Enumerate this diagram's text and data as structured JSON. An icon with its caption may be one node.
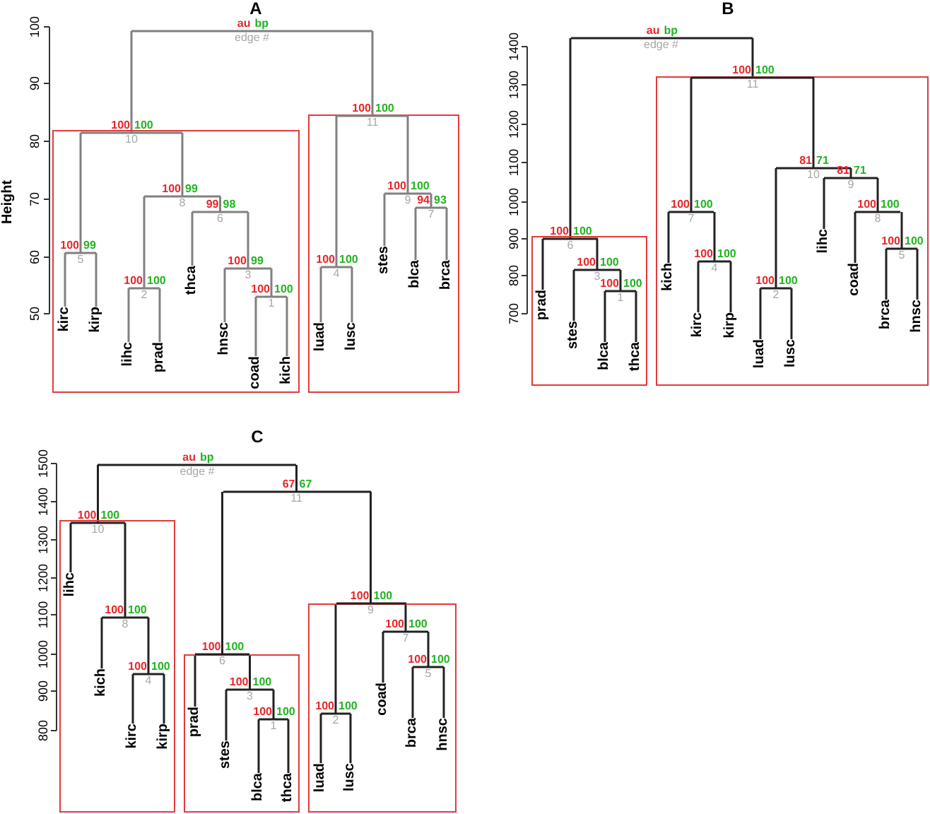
{
  "diagram": {
    "nodes": [
      {
        "text": [
          "au",
          "bp",
          "edge #"
        ]
      },
      {
        "text": [],
        "shape": "box"
      },
      {
        "text": [],
        "shape": "box"
      },
      {
        "text": [
          "100",
          "100",
          "10"
        ]
      },
      {
        "text": [
          "100",
          "99",
          "5"
        ],
        "in": 1
      },
      {
        "text": [
          "kirc"
        ],
        "in": 1
      },
      {
        "text": [
          "kirp"
        ],
        "in": 1
      },
      {
        "text": [
          "100",
          "99",
          "8"
        ],
        "in": 1
      },
      {
        "text": [
          "100",
          "100",
          "2"
        ],
        "in": 1
      },
      {
        "text": [
          "lihc"
        ],
        "in": 1
      },
      {
        "text": [
          "prad"
        ],
        "in": 1
      },
      {
        "text": [
          "99",
          "98",
          "6"
        ],
        "in": 1
      },
      {
        "text": [
          "thca"
        ],
        "in": 1
      },
      {
        "text": [
          "100",
          "99",
          "3"
        ],
        "in": 1
      },
      {
        "text": [
          "hnsc"
        ],
        "in": 1
      },
      {
        "text": [
          "100",
          "100",
          "1"
        ],
        "in": 1
      },
      {
        "text": [
          "coad"
        ],
        "in": 1
      },
      {
        "text": [
          "kich"
        ],
        "in": 1
      },
      {
        "text": [
          "100",
          "100",
          "11"
        ]
      },
      {
        "text": [
          "100",
          "100",
          "4"
        ],
        "in": 2
      },
      {
        "text": [
          "luad"
        ],
        "in": 2
      },
      {
        "text": [
          "lusc"
        ],
        "in": 2
      },
      {
        "text": [
          "100",
          "100",
          "9"
        ],
        "in": 2
      },
      {
        "text": [
          "stes"
        ],
        "in": 2
      },
      {
        "text": [
          "94",
          "93",
          "7"
        ],
        "in": 2
      },
      {
        "text": [
          "blca"
        ],
        "in": 2
      },
      {
        "text": [
          "brca"
        ],
        "in": 2
      },
      {
        "text": [
          "au",
          "bp",
          "edge #"
        ]
      },
      {
        "text": [],
        "shape": "box"
      },
      {
        "text": [],
        "shape": "box"
      },
      {
        "text": [
          "100",
          "100",
          "6"
        ]
      },
      {
        "text": [
          "prad"
        ],
        "in": 28
      },
      {
        "text": [
          "100",
          "100",
          "3"
        ],
        "in": 28
      },
      {
        "text": [
          "stes"
        ],
        "in": 28
      },
      {
        "text": [
          "100",
          "100",
          "1"
        ],
        "in": 28
      },
      {
        "text": [
          "blca"
        ],
        "in": 28
      },
      {
        "text": [
          "thca"
        ],
        "in": 28
      },
      {
        "text": [
          "100",
          "100",
          "11"
        ]
      },
      {
        "text": [
          "100",
          "100",
          "7"
        ],
        "in": 29
      },
      {
        "text": [
          "kich"
        ],
        "in": 29
      },
      {
        "text": [
          "100",
          "100",
          "4"
        ],
        "in": 29
      },
      {
        "text": [
          "kirc"
        ],
        "in": 29
      },
      {
        "text": [
          "kirp"
        ],
        "in": 29
      },
      {
        "text": [
          "81",
          "71",
          "10"
        ],
        "in": 29
      },
      {
        "text": [
          "100",
          "100",
          "2"
        ],
        "in": 29
      },
      {
        "text": [
          "luad"
        ],
        "in": 29
      },
      {
        "text": [
          "lusc"
        ],
        "in": 29
      },
      {
        "text": [
          "81",
          "71",
          "9"
        ],
        "in": 29
      },
      {
        "text": [
          "lihc"
        ],
        "in": 29
      },
      {
        "text": [
          "100",
          "100",
          "8"
        ],
        "in": 29
      },
      {
        "text": [
          "coad"
        ],
        "in": 29
      },
      {
        "text": [
          "100",
          "100",
          "5"
        ],
        "in": 29
      },
      {
        "text": [
          "brca"
        ],
        "in": 29
      },
      {
        "text": [
          "hnsc"
        ],
        "in": 29
      },
      {
        "text": [
          "au",
          "bp",
          "edge #"
        ]
      },
      {
        "text": [],
        "shape": "box"
      },
      {
        "text": [],
        "shape": "box"
      },
      {
        "text": [],
        "shape": "box"
      },
      {
        "text": [
          "100",
          "100",
          "10"
        ]
      },
      {
        "text": [
          "lihc"
        ],
        "in": 55
      },
      {
        "text": [
          "100",
          "100",
          "8"
        ],
        "in": 55
      },
      {
        "text": [
          "kich"
        ],
        "in": 55
      },
      {
        "text": [
          "100",
          "100",
          "4"
        ],
        "in": 55
      },
      {
        "text": [
          "kirc"
        ],
        "in": 55
      },
      {
        "text": [
          "kirp"
        ],
        "in": 55
      },
      {
        "text": [
          "67",
          "67",
          "11"
        ]
      },
      {
        "text": [
          "100",
          "100",
          "6"
        ]
      },
      {
        "text": [
          "prad"
        ],
        "in": 56
      },
      {
        "text": [
          "100",
          "100",
          "3"
        ],
        "in": 56
      },
      {
        "text": [
          "stes"
        ],
        "in": 56
      },
      {
        "text": [
          "100",
          "100",
          "1"
        ],
        "in": 56
      },
      {
        "text": [
          "blca"
        ],
        "in": 56
      },
      {
        "text": [
          "thca"
        ],
        "in": 56
      },
      {
        "text": [
          "100",
          "100",
          "9"
        ]
      },
      {
        "text": [
          "100",
          "100",
          "2"
        ],
        "in": 57
      },
      {
        "text": [
          "luad"
        ],
        "in": 57
      },
      {
        "text": [
          "lusc"
        ],
        "in": 57
      },
      {
        "text": [
          "100",
          "100",
          "7"
        ],
        "in": 57
      },
      {
        "text": [
          "coad"
        ],
        "in": 57
      },
      {
        "text": [
          "100",
          "100",
          "5"
        ],
        "in": 57
      },
      {
        "text": [
          "brca"
        ],
        "in": 57
      },
      {
        "text": [
          "hnsc"
        ],
        "in": 57
      }
    ],
    "edges": [
      {
        "from": 0,
        "to": 3,
        "arrow": "none",
        "color": "#808080"
      },
      {
        "from": 0,
        "to": 18,
        "arrow": "none",
        "color": "#808080"
      },
      {
        "from": 3,
        "to": 4,
        "arrow": "none",
        "color": "#808080"
      },
      {
        "from": 3,
        "to": 7,
        "arrow": "none",
        "color": "#808080"
      },
      {
        "from": 4,
        "to": 5,
        "arrow": "none",
        "color": "#808080"
      },
      {
        "from": 4,
        "to": 6,
        "arrow": "none",
        "color": "#808080"
      },
      {
        "from": 7,
        "to": 8,
        "arrow": "none",
        "color": "#808080"
      },
      {
        "from": 7,
        "to": 11,
        "arrow": "none",
        "color": "#808080"
      },
      {
        "from": 8,
        "to": 9,
        "arrow": "none",
        "color": "#808080"
      },
      {
        "from": 8,
        "to": 10,
        "arrow": "none",
        "color": "#808080"
      },
      {
        "from": 11,
        "to": 12,
        "arrow": "none",
        "color": "#808080"
      },
      {
        "from": 11,
        "to": 13,
        "arrow": "none",
        "color": "#808080"
      },
      {
        "from": 13,
        "to": 14,
        "arrow": "none",
        "color": "#808080"
      },
      {
        "from": 13,
        "to": 15,
        "arrow": "none",
        "color": "#808080"
      },
      {
        "from": 15,
        "to": 16,
        "arrow": "none",
        "color": "#808080"
      },
      {
        "from": 15,
        "to": 17,
        "arrow": "none",
        "color": "#808080"
      },
      {
        "from": 18,
        "to": 19,
        "arrow": "none",
        "color": "#808080"
      },
      {
        "from": 18,
        "to": 22,
        "arrow": "none",
        "color": "#808080"
      },
      {
        "from": 19,
        "to": 20,
        "arrow": "none",
        "color": "#808080"
      },
      {
        "from": 19,
        "to": 21,
        "arrow": "none",
        "color": "#808080"
      },
      {
        "from": 22,
        "to": 23,
        "arrow": "none",
        "color": "#808080"
      },
      {
        "from": 22,
        "to": 24,
        "arrow": "none",
        "color": "#808080"
      },
      {
        "from": 24,
        "to": 25,
        "arrow": "none",
        "color": "#808080"
      },
      {
        "from": 24,
        "to": 26,
        "arrow": "none",
        "color": "#808080"
      },
      {
        "from": 27,
        "to": 30,
        "arrow": "none"
      },
      {
        "from": 27,
        "to": 37,
        "arrow": "none"
      },
      {
        "from": 30,
        "to": 31,
        "arrow": "none"
      },
      {
        "from": 30,
        "to": 32,
        "arrow": "none"
      },
      {
        "from": 32,
        "to": 33,
        "arrow": "none"
      },
      {
        "from": 32,
        "to": 34,
        "arrow": "none"
      },
      {
        "from": 34,
        "to": 35,
        "arrow": "none"
      },
      {
        "from": 34,
        "to": 36,
        "arrow": "none"
      },
      {
        "from": 37,
        "to": 38,
        "arrow": "none"
      },
      {
        "from": 37,
        "to": 43,
        "arrow": "none"
      },
      {
        "from": 38,
        "to": 39,
        "arrow": "none"
      },
      {
        "from": 38,
        "to": 40,
        "arrow": "none"
      },
      {
        "from": 40,
        "to": 41,
        "arrow": "none"
      },
      {
        "from": 40,
        "to": 42,
        "arrow": "none"
      },
      {
        "from": 43,
        "to": 44,
        "arrow": "none"
      },
      {
        "from": 43,
        "to": 47,
        "arrow": "none"
      },
      {
        "from": 44,
        "to": 45,
        "arrow": "none"
      },
      {
        "from": 44,
        "to": 46,
        "arrow": "none"
      },
      {
        "from": 47,
        "to": 48,
        "arrow": "none"
      },
      {
        "from": 47,
        "to": 49,
        "arrow": "none"
      },
      {
        "from": 49,
        "to": 50,
        "arrow": "none"
      },
      {
        "from": 49,
        "to": 51,
        "arrow": "none"
      },
      {
        "from": 51,
        "to": 52,
        "arrow": "none"
      },
      {
        "from": 51,
        "to": 53,
        "arrow": "none"
      },
      {
        "from": 54,
        "to": 58,
        "arrow": "none"
      },
      {
        "from": 54,
        "to": 65,
        "arrow": "none"
      },
      {
        "from": 58,
        "to": 59,
        "arrow": "none"
      },
      {
        "from": 58,
        "to": 60,
        "arrow": "none"
      },
      {
        "from": 60,
        "to": 61,
        "arrow": "none"
      },
      {
        "from": 60,
        "to": 62,
        "arrow": "none"
      },
      {
        "from": 62,
        "to": 63,
        "arrow": "none"
      },
      {
        "from": 62,
        "to": 64,
        "arrow": "none"
      },
      {
        "from": 65,
        "to": 66,
        "arrow": "none"
      },
      {
        "from": 65,
        "to": 73,
        "arrow": "none"
      },
      {
        "from": 66,
        "to": 67,
        "arrow": "none"
      },
      {
        "from": 66,
        "to": 68,
        "arrow": "none"
      },
      {
        "from": 68,
        "to": 69,
        "arrow": "none"
      },
      {
        "from": 68,
        "to": 70,
        "arrow": "none"
      },
      {
        "from": 70,
        "to": 71,
        "arrow": "none"
      },
      {
        "from": 70,
        "to": 72,
        "arrow": "none"
      },
      {
        "from": 73,
        "to": 74,
        "arrow": "none"
      },
      {
        "from": 73,
        "to": 77,
        "arrow": "none"
      },
      {
        "from": 74,
        "to": 75,
        "arrow": "none"
      },
      {
        "from": 74,
        "to": 76,
        "arrow": "none"
      },
      {
        "from": 77,
        "to": 78,
        "arrow": "none"
      },
      {
        "from": 77,
        "to": 79,
        "arrow": "none"
      },
      {
        "from": 79,
        "to": 80,
        "arrow": "none"
      },
      {
        "from": 79,
        "to": 81,
        "arrow": "none"
      }
    ],
    "labels": [
      "A",
      "Height",
      "100",
      "90",
      "80",
      "70",
      "60",
      "50",
      "B",
      "1400",
      "1300",
      "1200",
      "1100",
      "1000",
      "900",
      "800",
      "700",
      "C",
      "1500",
      "1400",
      "1300",
      "1200",
      "1100",
      "1000",
      "900",
      "800"
    ]
  }
}
